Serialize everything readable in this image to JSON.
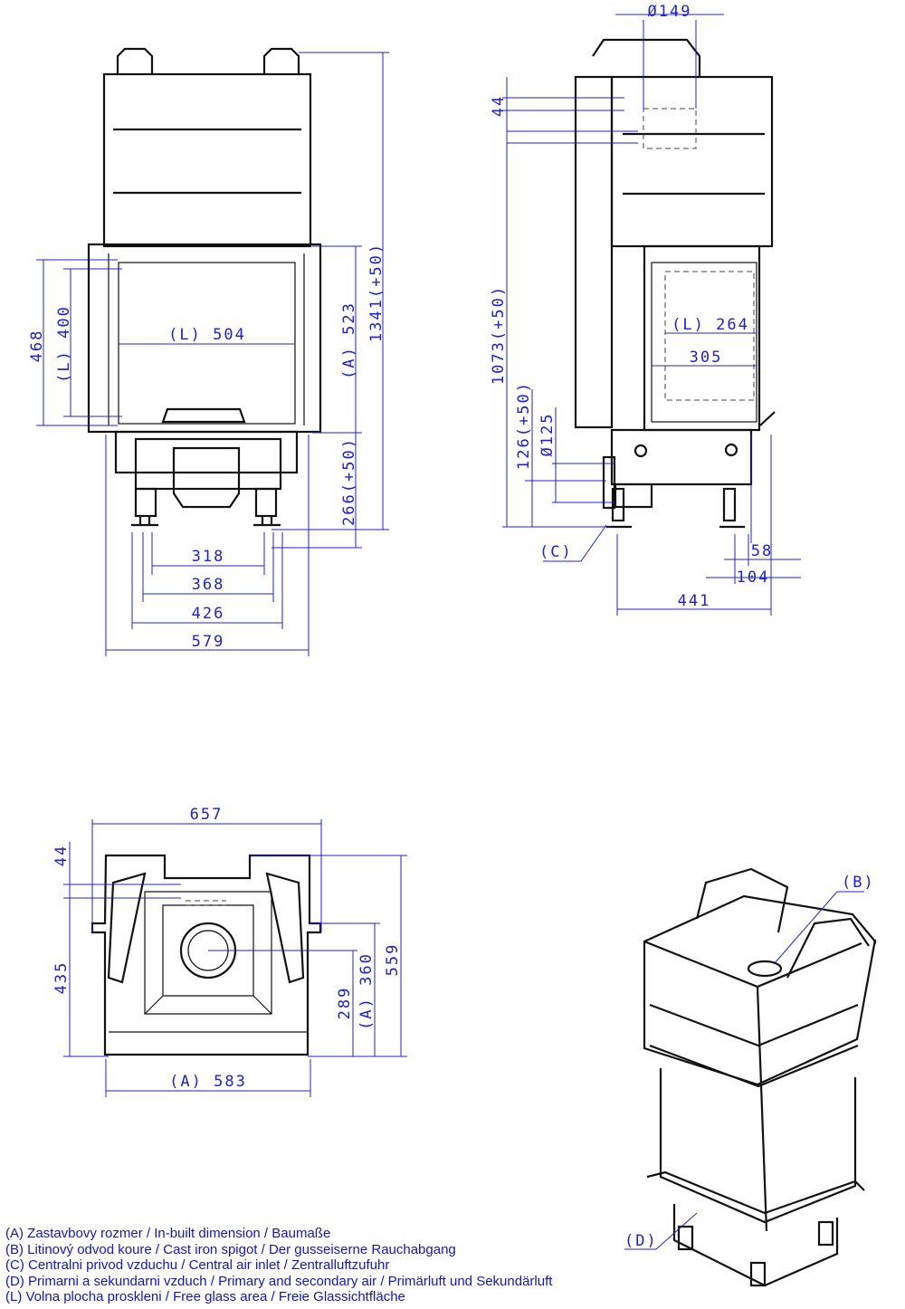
{
  "front_view": {
    "dims": {
      "d468": "468",
      "l400": "(L) 400",
      "l504": "(L) 504",
      "a523": "(A) 523",
      "d1341": "1341(+50)",
      "d266": "266(+50)",
      "d318": "318",
      "d368": "368",
      "d426": "426",
      "d579": "579"
    }
  },
  "side_view": {
    "dims": {
      "d149": "Ø149",
      "d44": "44",
      "d1073": "1073(+50)",
      "l264": "(L) 264",
      "d305": "305",
      "d126": "126(+50)",
      "d125": "Ø125",
      "c": "(C)",
      "d58": "58",
      "d104": "104",
      "d441": "441"
    }
  },
  "top_view": {
    "dims": {
      "d657": "657",
      "d44": "44",
      "d435": "435",
      "d289": "289",
      "a360": "(A) 360",
      "d559": "559",
      "a583": "(A) 583"
    }
  },
  "iso_view": {
    "labels": {
      "b": "(B)",
      "d": "(D)"
    }
  },
  "legend": [
    "(A)  Zastavbovy rozmer / In-built dimension / Baumaße",
    "(B)  Litinový odvod koure / Cast iron spigot / Der gusseiserne Rauchabgang",
    "(C)  Centralni privod vzduchu / Central air inlet / Zentralluftzufuhr",
    "(D)  Primarni a sekundarni vzduch / Primary and secondary air / Primärluft und  Sekundärluft",
    "(L)  Volna plocha proskleni / Free glass area / Freie Glassichtfläche"
  ],
  "colors": {
    "dimension": "#2020d0",
    "outline": "#111111"
  }
}
